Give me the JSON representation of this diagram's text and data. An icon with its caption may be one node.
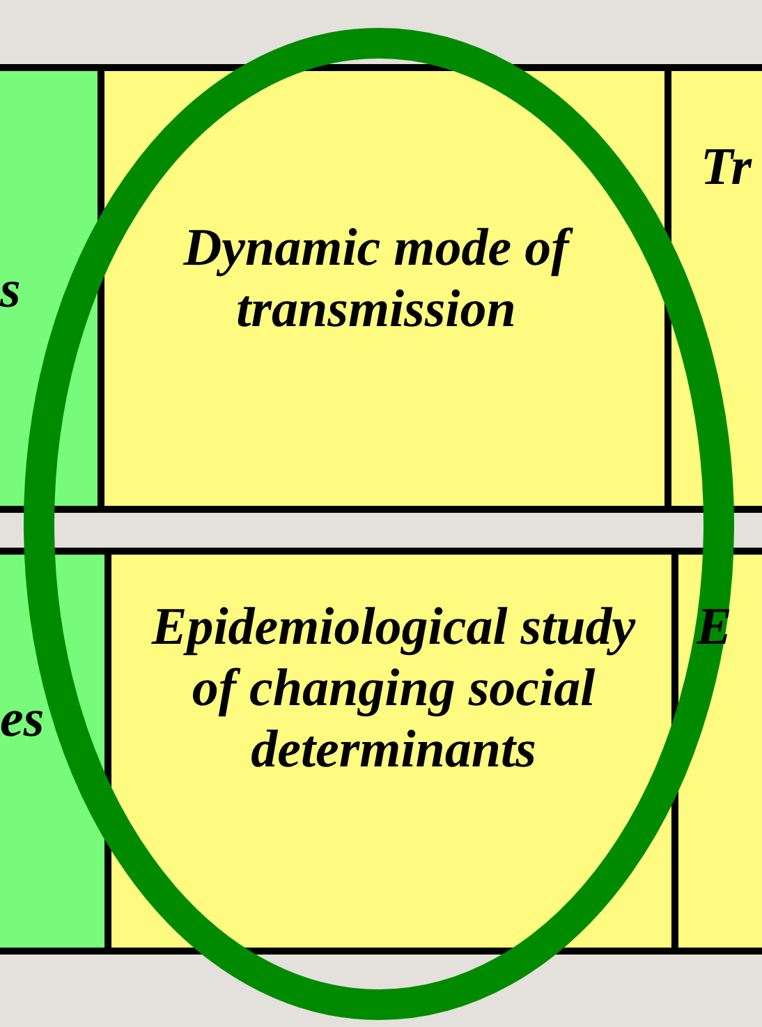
{
  "diagram": {
    "labels": [
      "s",
      "Dynamic mode of transmission",
      "Tr",
      "es",
      "Epidemiological study of changing social determinants",
      "E"
    ]
  }
}
